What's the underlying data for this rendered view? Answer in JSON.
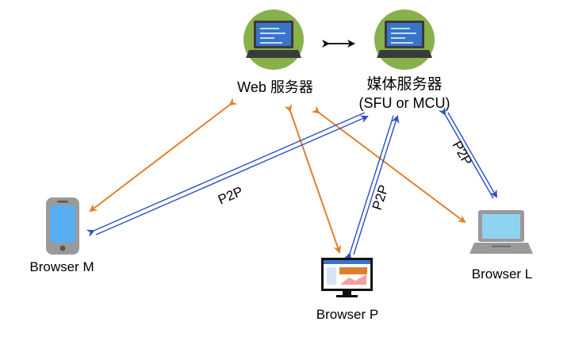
{
  "nodes": {
    "web_server": {
      "label": "Web 服务器"
    },
    "media_server": {
      "label": "媒体服务器",
      "sublabel": "(SFU or MCU)"
    },
    "browser_m": {
      "label": "Browser M"
    },
    "browser_p": {
      "label": "Browser P"
    },
    "browser_l": {
      "label": "Browser L"
    }
  },
  "links": {
    "m_media": "P2P",
    "p_media": "P2P",
    "l_media": "P2P"
  },
  "colors": {
    "signal": "#e0802f",
    "media": "#2c4fc4",
    "screen": "#3a74c8",
    "device_bg": "#88b04b",
    "laptop_body": "#3a3a3a"
  }
}
